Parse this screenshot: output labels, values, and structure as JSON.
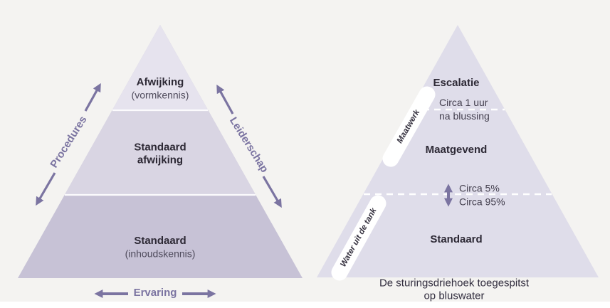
{
  "colors": {
    "background": "#f4f3f1",
    "left_pyramid_top_layer": "#e6e3ee",
    "left_pyramid_middle_layer": "#d9d5e3",
    "left_pyramid_bottom_layer": "#c7c2d6",
    "right_pyramid_fill": "#dfddea",
    "accent_purple": "#7b74a1",
    "dark_text": "#2d2935",
    "gray_text": "#4f4b5c"
  },
  "left_pyramid": {
    "top_layer": {
      "title": "Afwijking",
      "subtitle": "(vormkennis)"
    },
    "middle_layer": {
      "title": "Standaard\nafwijking"
    },
    "bottom_layer": {
      "title": "Standaard",
      "subtitle": "(inhoudskennis)"
    },
    "left_axis_label": "Procedures",
    "right_axis_label": "Leiderschap",
    "bottom_axis_label": "Ervaring"
  },
  "right_pyramid": {
    "top_label": "Escalatie",
    "middle_label": "Maatgevend",
    "bottom_label": "Standaard",
    "upper_boundary_note": "Circa 1 uur\nna blussing",
    "split_above_label": "Circa 5%",
    "split_below_label": "Circa 95%",
    "pill_upper": "Maatwerk",
    "pill_lower": "Water uit de tank",
    "caption": "De sturingsdriehoek toegespitst op bluswater"
  }
}
